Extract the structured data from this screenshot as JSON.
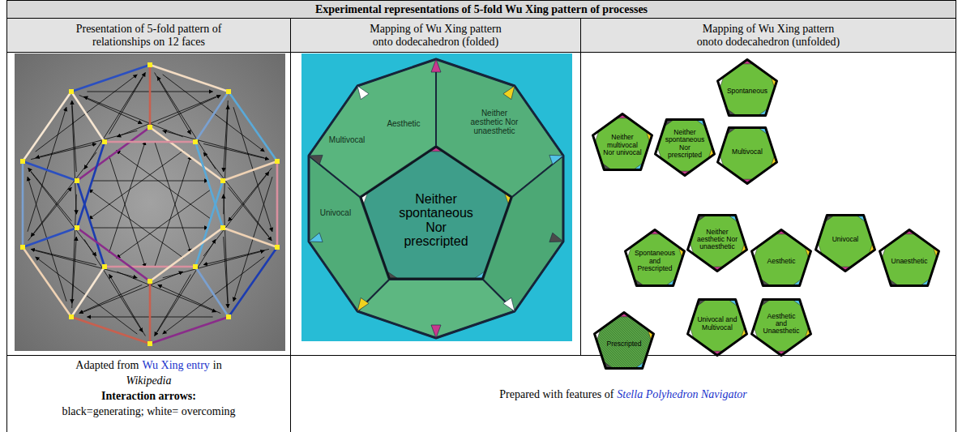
{
  "diagram": {
    "title": "Experimental representations of 5-fold Wu Xing pattern of processes",
    "nodes": [
      {
        "text": [
          "Neither spontaneous Nor prescripted"
        ]
      },
      {
        "text": [
          "Spontaneous"
        ]
      },
      {
        "text": [
          "Neither multivocal Nor univocal"
        ]
      },
      {
        "text": [
          "Neither spontaneous Nor prescripted"
        ]
      },
      {
        "text": [
          "Multivocal"
        ]
      },
      {
        "text": [
          "Spontaneous and Prescripted"
        ]
      },
      {
        "text": [
          "Neither aesthetic Nor unaesthetic"
        ]
      },
      {
        "text": [
          "Aesthetic"
        ]
      },
      {
        "text": [
          "Univocal"
        ]
      },
      {
        "text": [
          "Unaesthetic"
        ]
      },
      {
        "text": [
          "Prescripted"
        ]
      },
      {
        "text": [
          "Univocal and Multivocal"
        ]
      },
      {
        "text": [
          "Aesthetic and Unaesthetic"
        ]
      }
    ],
    "labels": [
      "Presentation of 5-fold pattern of relationships on 12 faces",
      "Mapping of Wu Xing pattern onto dodecahedron (folded)",
      "Mapping of Wu Xing pattern onoto dodecahedron (unfolded)",
      "Multivocal",
      "Aesthetic",
      "Univocal",
      "Neither aesthetic Nor unaesthetic",
      "Adapted from",
      "Wu Xing entry",
      "in",
      "Wikipedia",
      "Interaction arrows:",
      "black=generating; white= overcoming",
      "Prepared with features of",
      "Stella Polyhedron Navigator"
    ]
  }
}
